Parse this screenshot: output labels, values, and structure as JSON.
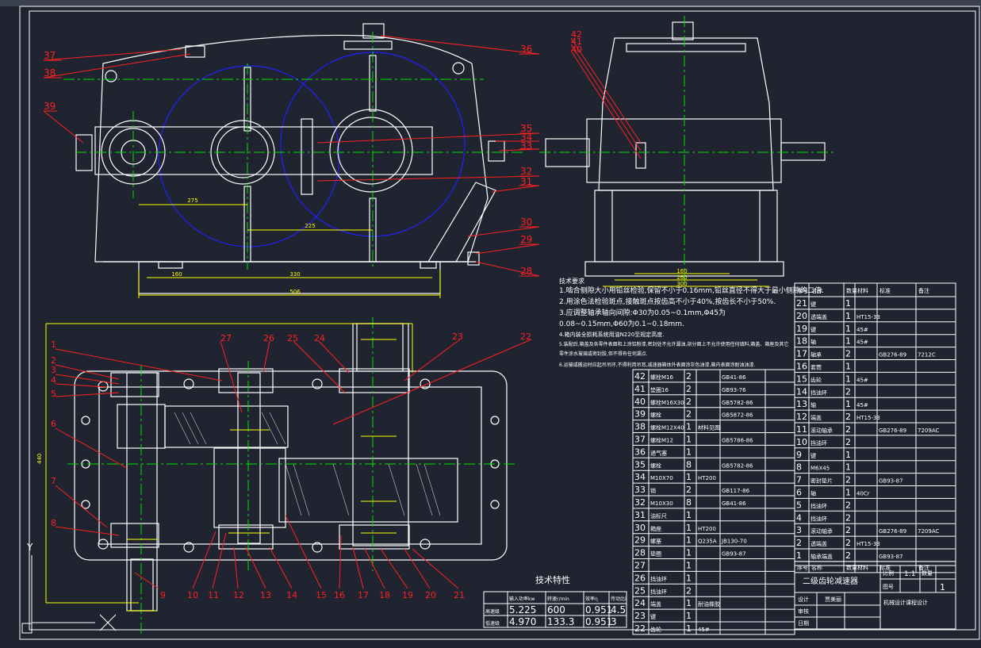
{
  "colors": {
    "background": "#1f2430",
    "line": "#ffffff",
    "center": "#00e000",
    "dim": "#ffff00",
    "gear": "#2020ff",
    "leader": "#ff2020",
    "section": "#c8c8c8",
    "text": "#ffffff"
  },
  "front_view": {
    "balloons": [
      "37",
      "38",
      "39",
      "36",
      "35",
      "34",
      "33",
      "32",
      "31",
      "30",
      "29",
      "28"
    ],
    "dims": [
      "275",
      "225",
      "330",
      "506",
      "160"
    ]
  },
  "side_view": {
    "balloons": [
      "42",
      "41",
      "40"
    ],
    "dims": [
      "160",
      "260",
      "300"
    ]
  },
  "top_view": {
    "balloons_top": [
      "1",
      "2",
      "3",
      "4",
      "5",
      "6",
      "7",
      "8",
      "27",
      "26",
      "25",
      "24",
      "23",
      "22"
    ],
    "balloons_bottom": [
      "9",
      "10",
      "11",
      "12",
      "13",
      "14",
      "15",
      "16",
      "17",
      "18",
      "19",
      "20",
      "21"
    ],
    "dim_left": "440"
  },
  "notes": {
    "title": "技术要求",
    "lines": [
      "1.啮合侧隙大小用铅丝检验,保留不小于0.16mm,铅丝直径不得大于最小侧隙的二倍.",
      "2.用涂色法检验斑点,接触斑点按齿高不小于40%,按齿长不小于50%.",
      "3.应调整轴承轴向间隙:Φ30为0.05~0.1mm,Φ45为",
      "0.08~0.15mm,Φ60为0.1~0.18mm.",
      "4.箱内装全损耗系统用油N220至规定高度.",
      "5.装配后,箱盖及各零件表面和上涂铝粉漆,密封处不允许漏油,剖分面上不允许使用任何填料,箱盖、箱座及其它",
      "零件涂水玻璃或密封胶,但不得有任何漏点.",
      "6.运输或搬运时应起吊吊环,不得利用吊耳,减速器箱体外表面涂灰色油漆,箱内表面涂耐油油漆."
    ]
  },
  "tech": {
    "title": "技术特性",
    "headers": [
      "",
      "输入功率kw",
      "转速r/min",
      "效率η",
      "传动比i"
    ],
    "rows": [
      [
        "高速级",
        "5.225",
        "600",
        "0.951",
        "4.5"
      ],
      [
        "低速级",
        "4.970",
        "133.3",
        "0.951",
        "3"
      ]
    ]
  },
  "bom_left": [
    [
      "42",
      "螺栓M16",
      "2",
      "",
      "GB41-86",
      ""
    ],
    [
      "41",
      "垫圈16",
      "2",
      "",
      "GB93-76",
      ""
    ],
    [
      "40",
      "螺栓M16X30",
      "2",
      "",
      "GB5782-86",
      ""
    ],
    [
      "39",
      "螺栓",
      "2",
      "",
      "GB5872-86",
      ""
    ],
    [
      "38",
      "螺栓M12X40",
      "1",
      "材料见图",
      "",
      ""
    ],
    [
      "37",
      "螺栓M12",
      "1",
      "",
      "GB5786-86",
      ""
    ],
    [
      "36",
      "通气塞",
      "1",
      "",
      "",
      ""
    ],
    [
      "35",
      "螺栓",
      "8",
      "",
      "GB5782-86",
      ""
    ],
    [
      "34",
      "M10X70",
      "1",
      "HT200",
      "",
      ""
    ],
    [
      "33",
      "销",
      "2",
      "",
      "GB117-86",
      ""
    ],
    [
      "32",
      "M10X30",
      "8",
      "",
      "GB41-86",
      ""
    ],
    [
      "31",
      "油标尺",
      "1",
      "",
      "",
      ""
    ],
    [
      "30",
      "箱座",
      "1",
      "HT200",
      "",
      ""
    ],
    [
      "29",
      "螺塞",
      "1",
      "Q235A",
      "JB130-70",
      ""
    ],
    [
      "28",
      "垫圈",
      "1",
      "",
      "GB93-87",
      ""
    ],
    [
      "27",
      "",
      "1",
      "",
      "",
      ""
    ],
    [
      "26",
      "挡油环",
      "1",
      "",
      "",
      ""
    ],
    [
      "25",
      "挡油环",
      "2",
      "",
      "",
      ""
    ],
    [
      "24",
      "端盖",
      "1",
      "耐油橡胶",
      "",
      ""
    ],
    [
      "23",
      "键",
      "1",
      "",
      "",
      ""
    ],
    [
      "22",
      "齿轮",
      "1",
      "45#",
      "",
      ""
    ]
  ],
  "bom_right": [
    [
      "21",
      "键",
      "1",
      "",
      "",
      ""
    ],
    [
      "20",
      "透端盖",
      "1",
      "HT15-33",
      "",
      ""
    ],
    [
      "19",
      "键",
      "1",
      "45#",
      "",
      ""
    ],
    [
      "18",
      "轴",
      "1",
      "45#",
      "",
      ""
    ],
    [
      "17",
      "轴承",
      "2",
      "",
      "GB276-89",
      "7212C"
    ],
    [
      "16",
      "套筒",
      "1",
      "",
      "",
      ""
    ],
    [
      "15",
      "齿轮",
      "1",
      "45#",
      "",
      ""
    ],
    [
      "14",
      "挡油环",
      "2",
      "",
      "",
      ""
    ],
    [
      "13",
      "轴",
      "1",
      "45#",
      "",
      ""
    ],
    [
      "12",
      "端盖",
      "2",
      "HT15-33",
      "",
      ""
    ],
    [
      "11",
      "滚动轴承",
      "2",
      "",
      "GB276-89",
      "7209AC"
    ],
    [
      "10",
      "挡油环",
      "2",
      "",
      "",
      ""
    ],
    [
      "9",
      "键",
      "1",
      "",
      "",
      ""
    ],
    [
      "8",
      "M6X45",
      "1",
      "",
      "",
      ""
    ],
    [
      "7",
      "密封垫片",
      "2",
      "",
      "GB93-87",
      ""
    ],
    [
      "6",
      "轴",
      "1",
      "40Cr",
      "",
      ""
    ],
    [
      "5",
      "挡油环",
      "2",
      "",
      "",
      ""
    ],
    [
      "4",
      "挡油环",
      "2",
      "",
      "",
      ""
    ],
    [
      "3",
      "滚动轴承",
      "2",
      "",
      "GB276-89",
      "7209AC"
    ],
    [
      "2",
      "透端盖",
      "2",
      "HT15-33",
      "",
      ""
    ],
    [
      "1",
      "轴承端盖",
      "2",
      "",
      "GB93-87",
      ""
    ]
  ],
  "bom_header": [
    "序号",
    "名称",
    "数量",
    "材料",
    "标准",
    "备注"
  ],
  "title_block": {
    "name": "二级齿轮减速器",
    "scale_label": "比例",
    "scale": "1:1",
    "qty_label": "数量",
    "drawing_label": "图号",
    "qty": "1",
    "designer_label": "设计",
    "designer": "贾美丽",
    "check_label": "审核",
    "date_label": "日期",
    "school": "机械设计课程设计"
  },
  "axis_label": "Y"
}
